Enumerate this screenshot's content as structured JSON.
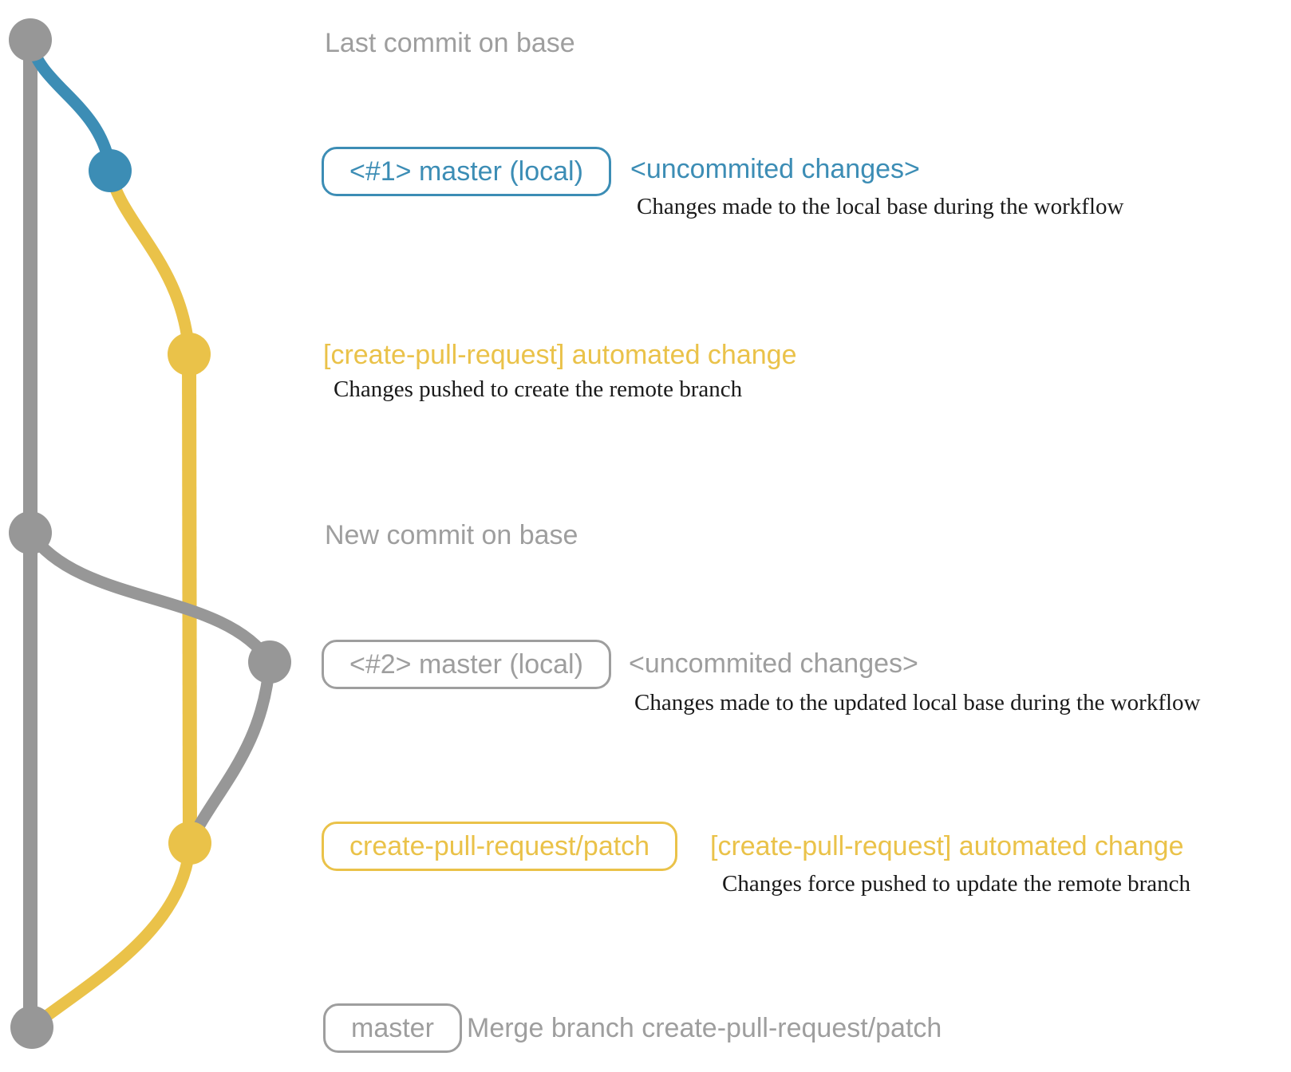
{
  "colors": {
    "graph_gray": "#979797",
    "text_gray": "#9e9e9e",
    "blue": "#3c8db5",
    "yellow": "#eac249",
    "note_black": "#1a1a1a",
    "background": "#ffffff"
  },
  "rows": {
    "last_commit": {
      "message": "Last commit on base"
    },
    "local_1": {
      "badge": "<#1> master (local)",
      "message": "<uncommited changes>",
      "note": "Changes made to the local base during the workflow"
    },
    "push_1": {
      "message": "[create-pull-request] automated change",
      "note": "Changes pushed to create the remote branch"
    },
    "new_commit": {
      "message": "New commit on base"
    },
    "local_2": {
      "badge": "<#2> master (local)",
      "message": "<uncommited changes>",
      "note": "Changes made to the updated local base during the workflow"
    },
    "push_2": {
      "badge": "create-pull-request/patch",
      "message": "[create-pull-request] automated change",
      "note": "Changes force pushed to update the remote branch"
    },
    "merge": {
      "badge": "master",
      "message": "Merge branch create-pull-request/patch"
    }
  }
}
